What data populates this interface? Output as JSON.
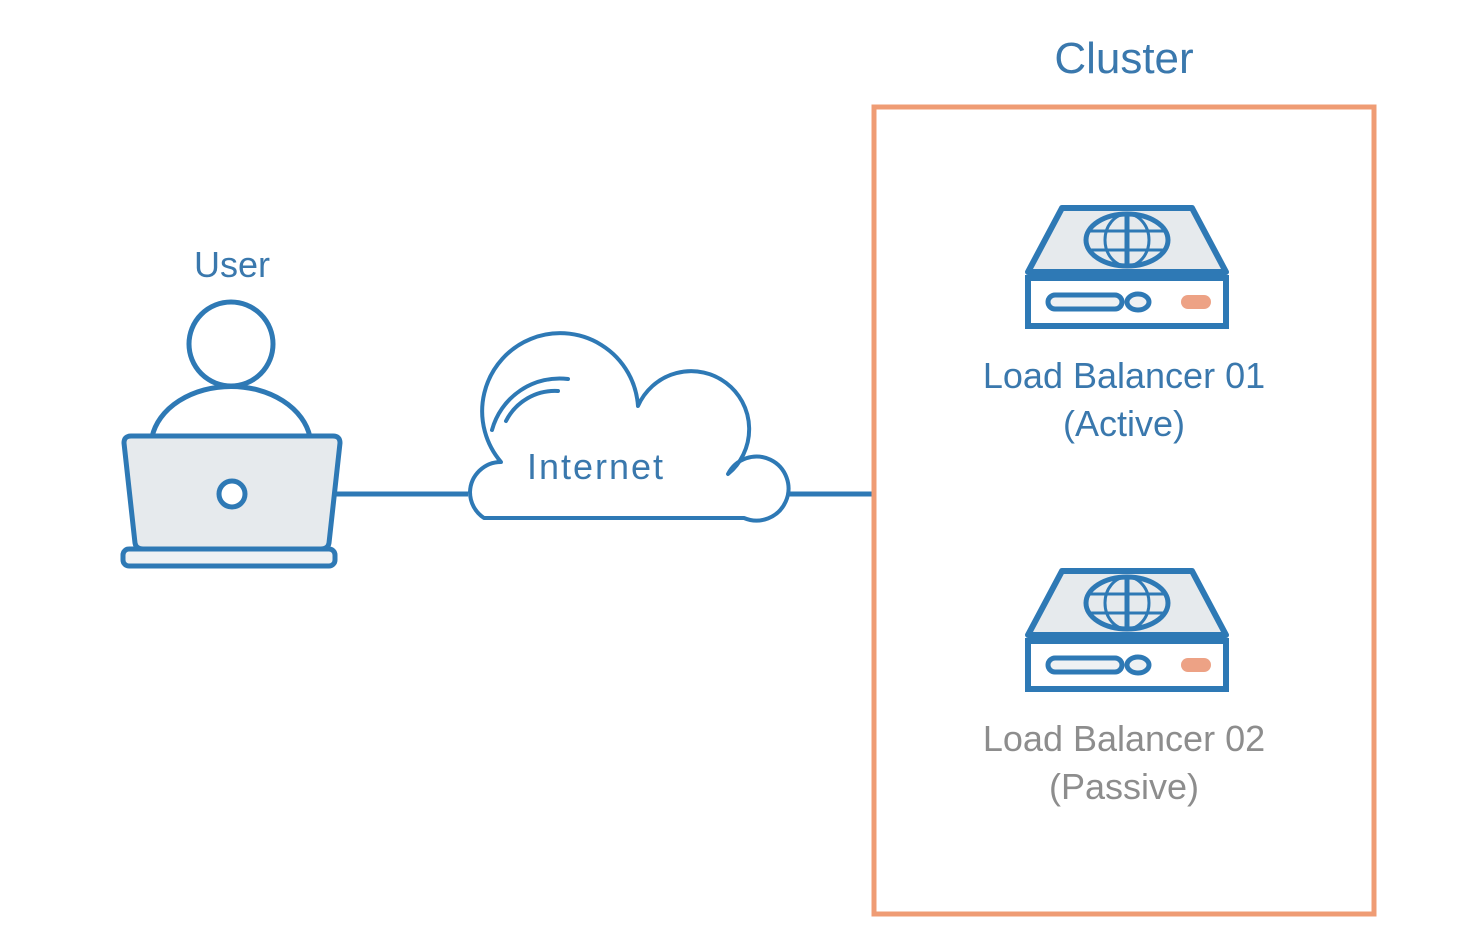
{
  "diagram": {
    "title_cluster": "Cluster",
    "colors": {
      "blue_stroke": "#2e79b5",
      "blue_text": "#3a78ad",
      "gray_text": "#8d8d8d",
      "orange_border": "#ef9c74",
      "orange_led": "#eda285",
      "device_fill": "#e6eaed",
      "background": "#ffffff"
    },
    "nodes": {
      "user": {
        "label": "User",
        "icon": "user-laptop-icon"
      },
      "internet": {
        "label": "Internet",
        "icon": "cloud-icon"
      },
      "load_balancer_01": {
        "label_line1": "Load Balancer 01",
        "label_line2": "(Active)",
        "state": "Active",
        "icon": "load-balancer-icon"
      },
      "load_balancer_02": {
        "label_line1": "Load Balancer 02",
        "label_line2": "(Passive)",
        "state": "Passive",
        "icon": "load-balancer-icon"
      }
    },
    "connections": [
      {
        "from": "user",
        "to": "internet"
      },
      {
        "from": "internet",
        "to": "cluster"
      }
    ]
  }
}
